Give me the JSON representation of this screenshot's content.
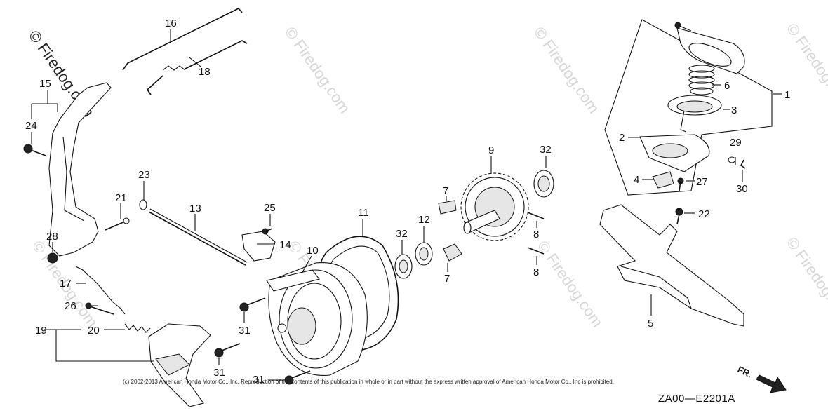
{
  "diagram": {
    "watermark_text": "© Firedog.com",
    "copyright_notice": "(c) 2002-2013 American Honda Motor Co., Inc. Reproduction of the contents of this publication in whole or in part without the express written approval of American Honda Motor Co., Inc is prohibited.",
    "diagram_code": "ZA00—E2201A",
    "front_marker": "FR.",
    "part_labels": {
      "p1": "1",
      "p2": "2",
      "p3": "3",
      "p4": "4",
      "p5": "5",
      "p6": "6",
      "p7a": "7",
      "p7b": "7",
      "p8a": "8",
      "p8b": "8",
      "p9": "9",
      "p10": "10",
      "p11": "11",
      "p12": "12",
      "p13": "13",
      "p14": "14",
      "p15": "15",
      "p16": "16",
      "p17": "17",
      "p18": "18",
      "p19": "19",
      "p20": "20",
      "p21": "21",
      "p22": "22",
      "p23": "23",
      "p24": "24",
      "p25": "25",
      "p26": "26",
      "p27": "27",
      "p28": "28",
      "p29": "29",
      "p30": "30",
      "p31a": "31",
      "p31b": "31",
      "p31c": "31",
      "p32a": "32",
      "p32b": "32"
    }
  }
}
